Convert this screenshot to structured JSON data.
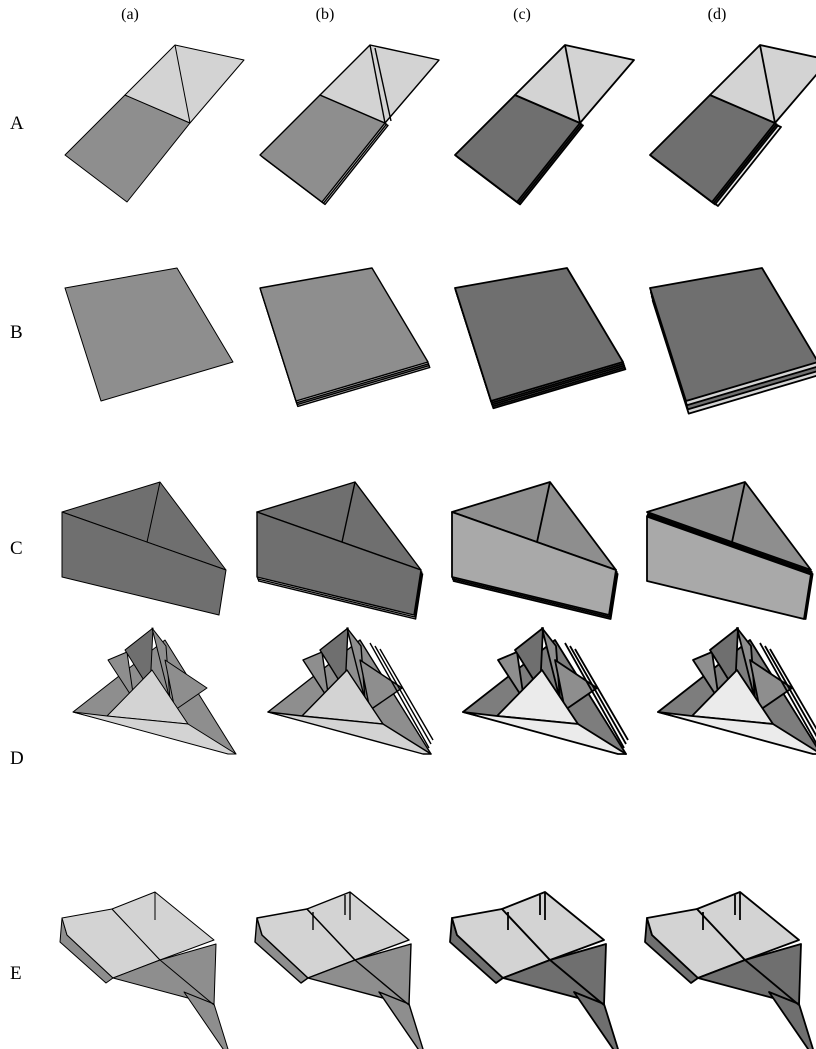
{
  "figure": {
    "columns": [
      "(a)",
      "(b)",
      "(c)",
      "(d)"
    ],
    "rows": [
      "A",
      "B",
      "C",
      "D",
      "E"
    ],
    "colors": {
      "outline": "#000000",
      "paper_light": "#d3d3d3",
      "paper_mid": "#8e8e8e",
      "paper_dark": "#6f6f6f",
      "paper_white": "#ebebeb"
    }
  }
}
